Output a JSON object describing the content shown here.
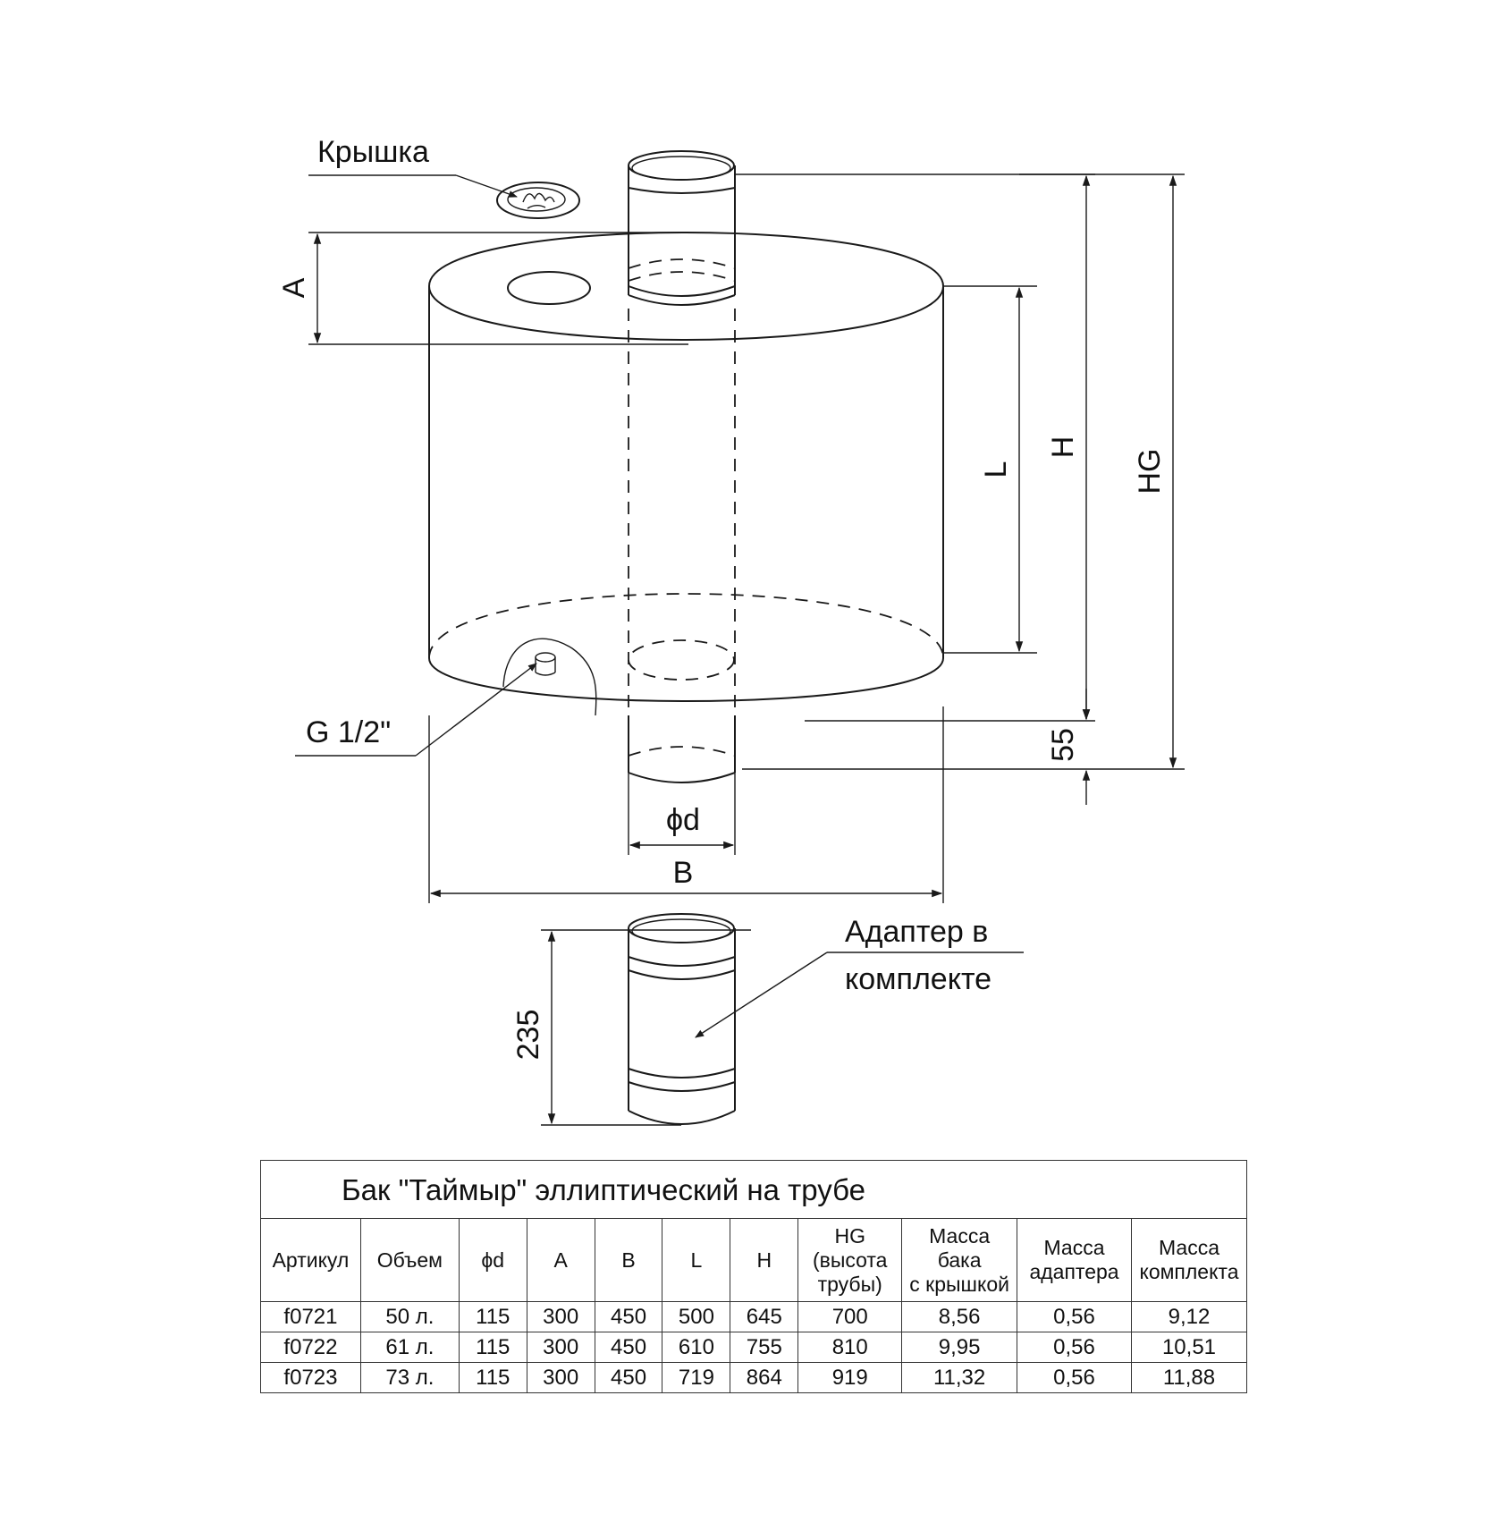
{
  "labels": {
    "lid": "Крышка",
    "dim_a": "A",
    "dim_l": "L",
    "dim_h": "H",
    "dim_hg": "HG",
    "fitting": "G 1/2\"",
    "dim_55": "55",
    "dim_d": "ϕd",
    "dim_b": "B",
    "adapter_line1": "Адаптер в",
    "adapter_line2": "комплекте",
    "dim_235": "235"
  },
  "table": {
    "title": "Бак \"Таймыр\" эллиптический на трубе",
    "headers": [
      [
        "Артикул"
      ],
      [
        "Объем"
      ],
      [
        "ϕd"
      ],
      [
        "A"
      ],
      [
        "B"
      ],
      [
        "L"
      ],
      [
        "H"
      ],
      [
        "HG",
        "(высота",
        "трубы)"
      ],
      [
        "Масса",
        "бака",
        "с крышкой"
      ],
      [
        "Масса",
        "адаптера"
      ],
      [
        "Масса",
        "комплекта"
      ]
    ],
    "rows": [
      [
        "f0721",
        "50 л.",
        "115",
        "300",
        "450",
        "500",
        "645",
        "700",
        "8,56",
        "0,56",
        "9,12"
      ],
      [
        "f0722",
        "61 л.",
        "115",
        "300",
        "450",
        "610",
        "755",
        "810",
        "9,95",
        "0,56",
        "10,51"
      ],
      [
        "f0723",
        "73 л.",
        "115",
        "300",
        "450",
        "719",
        "864",
        "919",
        "11,32",
        "0,56",
        "11,88"
      ]
    ]
  }
}
